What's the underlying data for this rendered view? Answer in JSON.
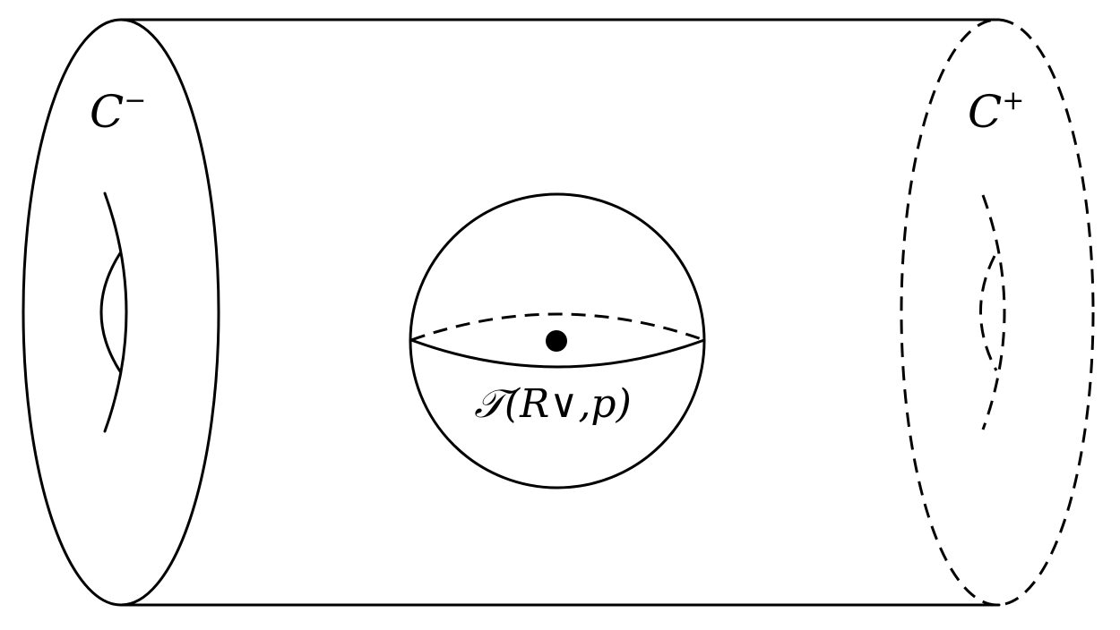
{
  "diagram": {
    "left_boundary": {
      "label": "C",
      "sup": "−"
    },
    "right_boundary": {
      "label": "C",
      "sup": "+"
    },
    "center_label": "𝒯(R∨,p)"
  }
}
